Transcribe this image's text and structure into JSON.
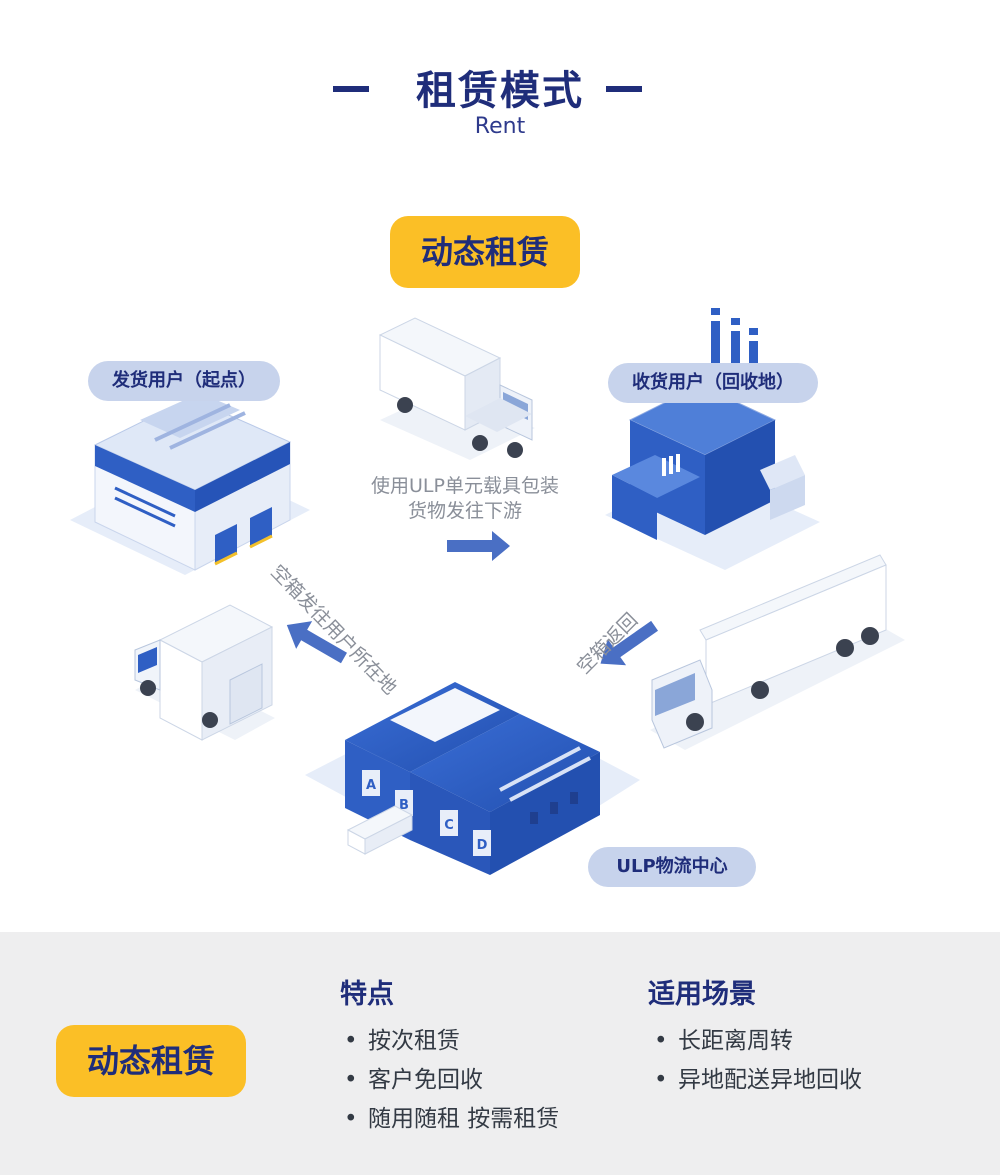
{
  "header": {
    "title": "租赁模式",
    "subtitle": "Rent"
  },
  "badge_top": "动态租赁",
  "nodes": {
    "shipper": "发货用户（起点）",
    "receiver": "收货用户（回收地）",
    "center": "ULP物流中心"
  },
  "flows": {
    "ship_line1": "使用ULP单元载具包装",
    "ship_line2": "货物发往下游",
    "return_empty": "空箱返回",
    "send_empty": "空箱发往用户所在地"
  },
  "warehouse_doors": [
    "A",
    "B",
    "C",
    "D"
  ],
  "summary": {
    "badge": "动态租赁",
    "features": {
      "heading": "特点",
      "items": [
        "按次租赁",
        "客户免回收",
        "随用随租 按需租赁"
      ]
    },
    "scenarios": {
      "heading": "适用场景",
      "items": [
        "长距离周转",
        "异地配送异地回收"
      ]
    }
  },
  "colors": {
    "navy": "#1f2d7a",
    "yellow": "#fbbf26",
    "blue": "#2f5fc4",
    "arrow": "#4a6fc4",
    "pill": "#c7d3ec",
    "band": "#eeeeef"
  }
}
